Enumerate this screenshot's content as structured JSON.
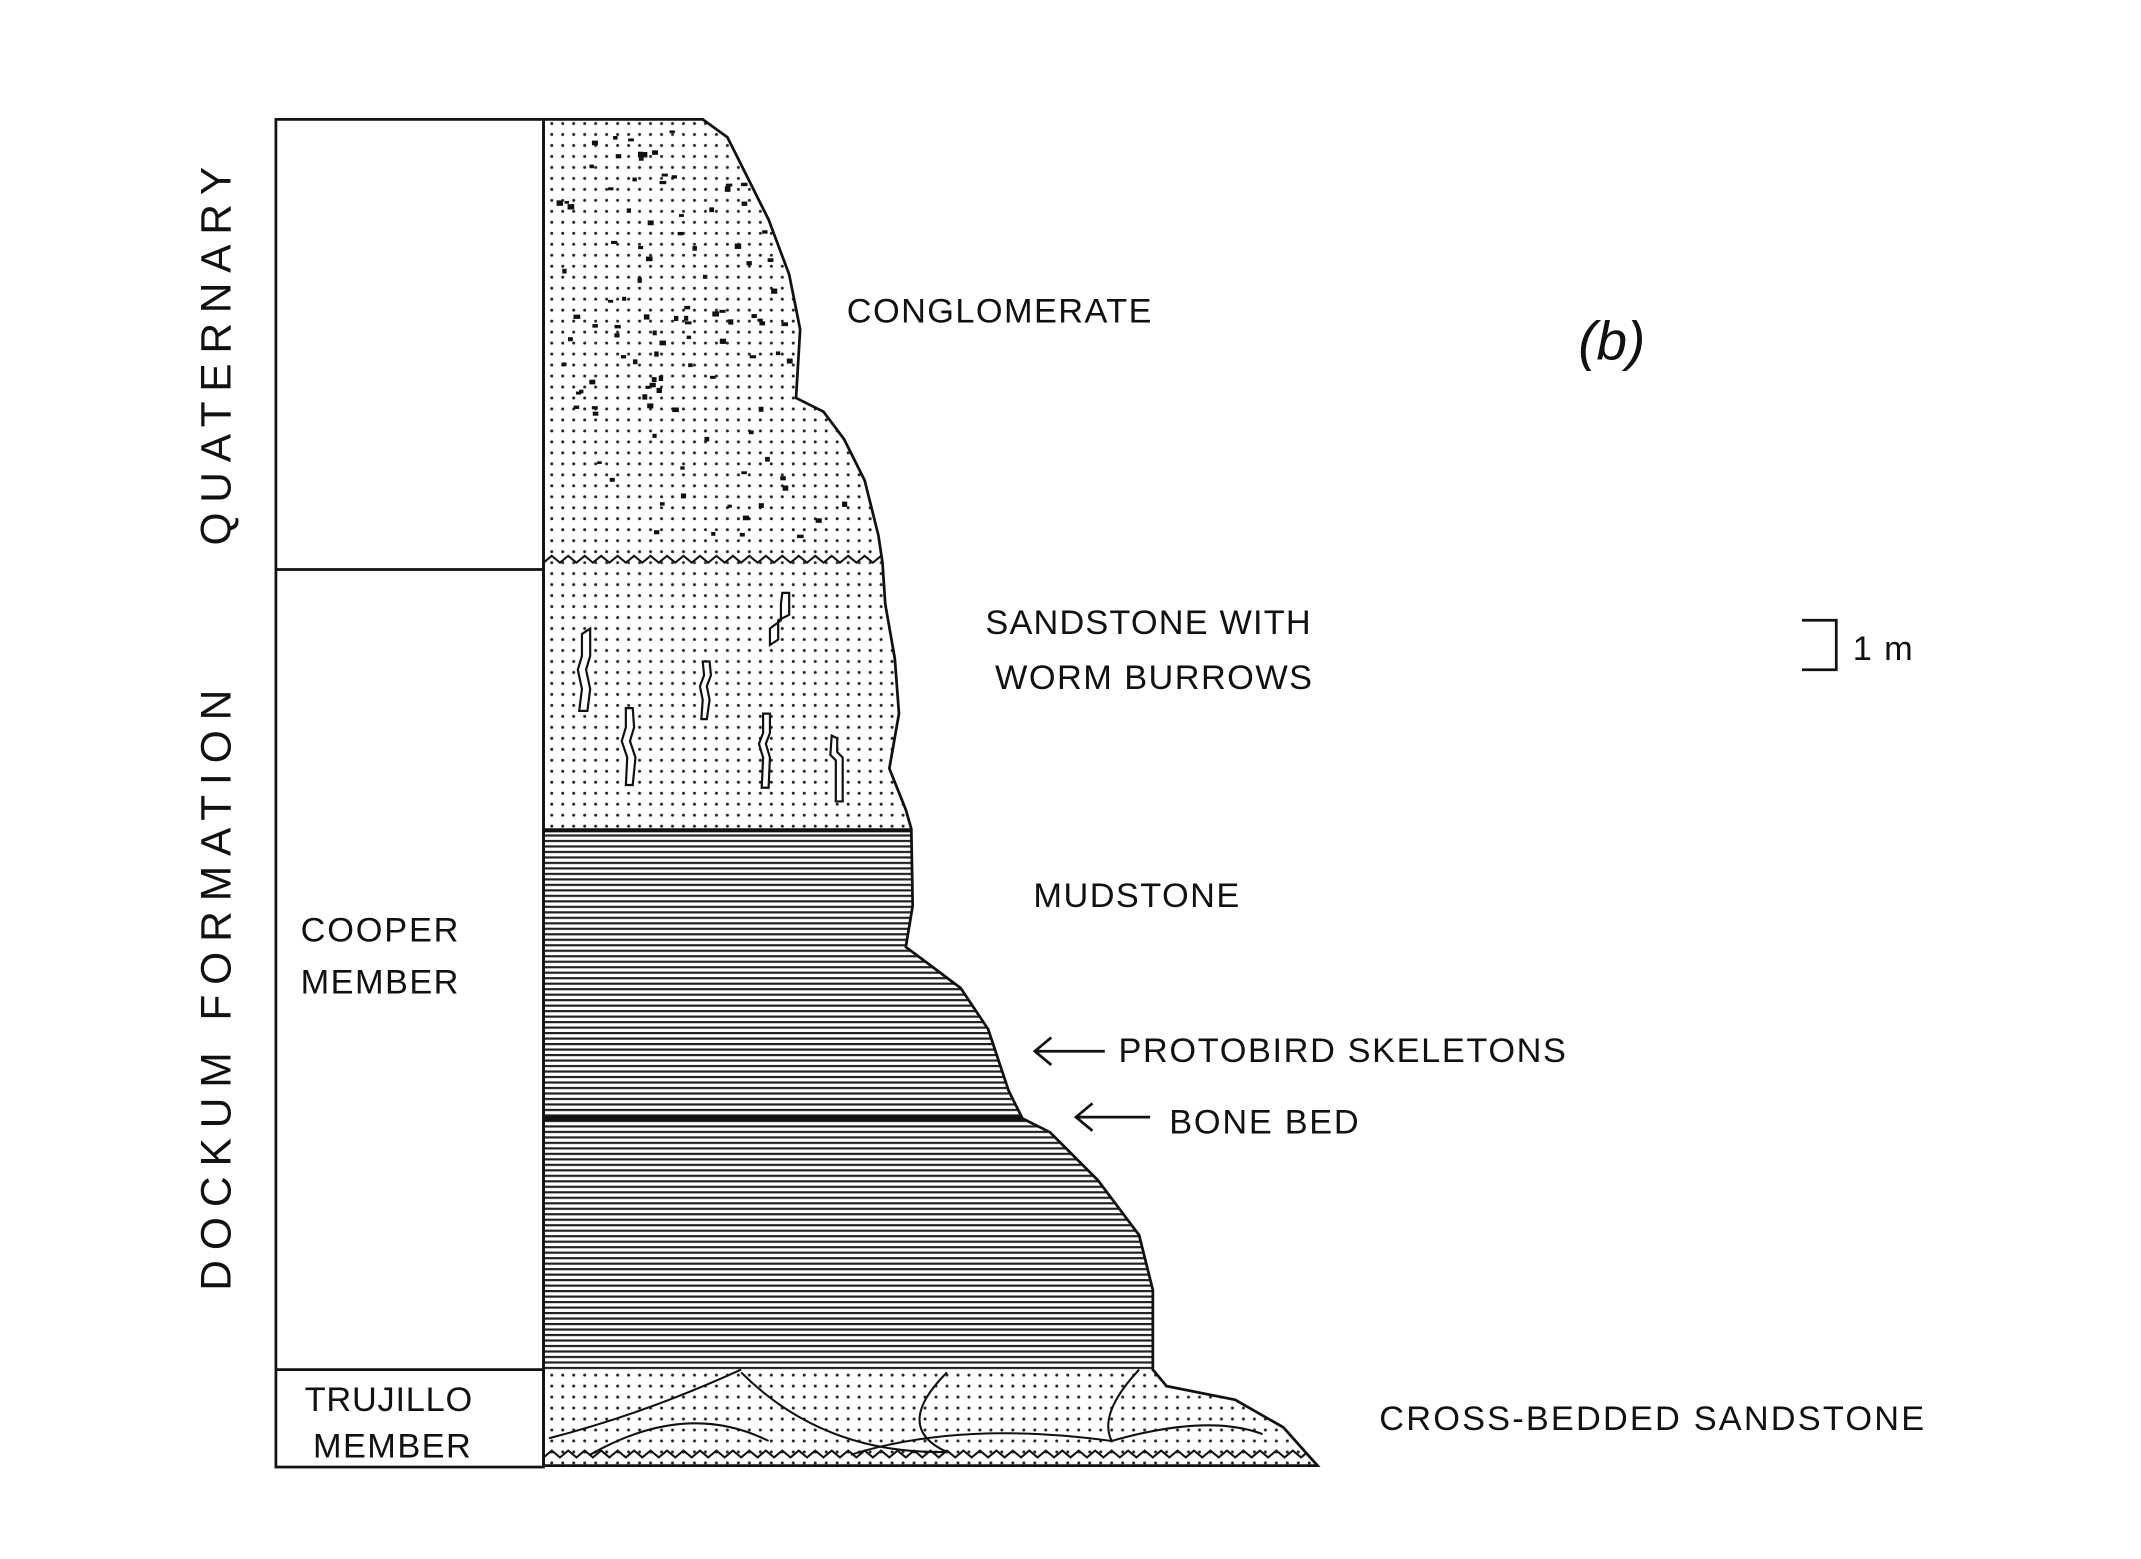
{
  "figure_label": "(b)",
  "eras": {
    "quaternary": "QUATERNARY",
    "dockum": "DOCKUM FORMATION"
  },
  "members": {
    "cooper_line1": "COOPER",
    "cooper_line2": "MEMBER",
    "trujillo_line1": "TRUJILLO",
    "trujillo_line2": "MEMBER"
  },
  "units": {
    "conglomerate": "CONGLOMERATE",
    "sandstone_line1": "SANDSTONE WITH",
    "sandstone_line2": "WORM BURROWS",
    "mudstone": "MUDSTONE",
    "cross_bedded": "CROSS-BEDDED SANDSTONE"
  },
  "annotations": {
    "protobird": "PROTOBIRD SKELETONS",
    "bone_bed": "BONE BED"
  },
  "scale_bar": {
    "label": "1 m"
  }
}
